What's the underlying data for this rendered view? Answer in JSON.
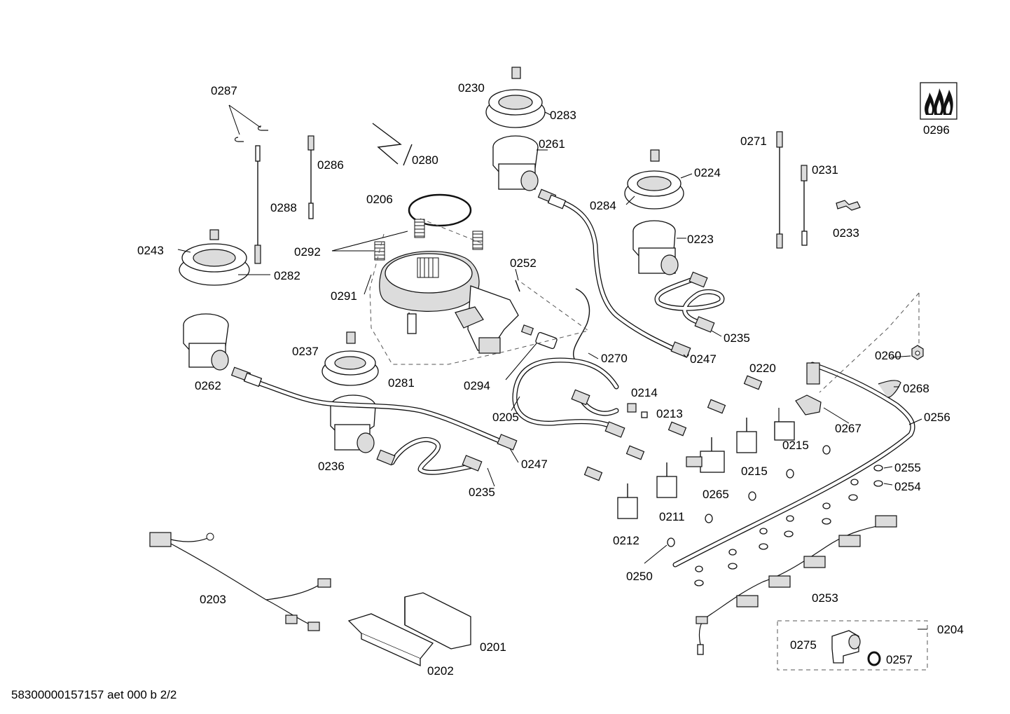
{
  "callouts": [
    {
      "key": "0287",
      "text": "0287"
    },
    {
      "key": "0230",
      "text": "0230"
    },
    {
      "key": "0283",
      "text": "0283"
    },
    {
      "key": "0296",
      "text": "0296"
    },
    {
      "key": "0261",
      "text": "0261"
    },
    {
      "key": "0271",
      "text": "0271"
    },
    {
      "key": "0286",
      "text": "0286"
    },
    {
      "key": "0280",
      "text": "0280"
    },
    {
      "key": "0231",
      "text": "0231"
    },
    {
      "key": "0224",
      "text": "0224"
    },
    {
      "key": "0206",
      "text": "0206"
    },
    {
      "key": "0284",
      "text": "0284"
    },
    {
      "key": "0288",
      "text": "0288"
    },
    {
      "key": "0233",
      "text": "0233"
    },
    {
      "key": "0223",
      "text": "0223"
    },
    {
      "key": "0243",
      "text": "0243"
    },
    {
      "key": "0292",
      "text": "0292"
    },
    {
      "key": "0252",
      "text": "0252"
    },
    {
      "key": "0282",
      "text": "0282"
    },
    {
      "key": "0291",
      "text": "0291"
    },
    {
      "key": "0235a",
      "text": "0235"
    },
    {
      "key": "0237",
      "text": "0237"
    },
    {
      "key": "0260",
      "text": "0260"
    },
    {
      "key": "0247a",
      "text": "0247"
    },
    {
      "key": "0270",
      "text": "0270"
    },
    {
      "key": "0220",
      "text": "0220"
    },
    {
      "key": "0262",
      "text": "0262"
    },
    {
      "key": "0281",
      "text": "0281"
    },
    {
      "key": "0294",
      "text": "0294"
    },
    {
      "key": "0268",
      "text": "0268"
    },
    {
      "key": "0214",
      "text": "0214"
    },
    {
      "key": "0213",
      "text": "0213"
    },
    {
      "key": "0205",
      "text": "0205"
    },
    {
      "key": "0256",
      "text": "0256"
    },
    {
      "key": "0267",
      "text": "0267"
    },
    {
      "key": "0215a",
      "text": "0215"
    },
    {
      "key": "0247b",
      "text": "0247"
    },
    {
      "key": "0236",
      "text": "0236"
    },
    {
      "key": "0215b",
      "text": "0215"
    },
    {
      "key": "0255",
      "text": "0255"
    },
    {
      "key": "0254",
      "text": "0254"
    },
    {
      "key": "0235b",
      "text": "0235"
    },
    {
      "key": "0265",
      "text": "0265"
    },
    {
      "key": "0211",
      "text": "0211"
    },
    {
      "key": "0212",
      "text": "0212"
    },
    {
      "key": "0250",
      "text": "0250"
    },
    {
      "key": "0203",
      "text": "0203"
    },
    {
      "key": "0253",
      "text": "0253"
    },
    {
      "key": "0204",
      "text": "0204"
    },
    {
      "key": "0275",
      "text": "0275"
    },
    {
      "key": "0201",
      "text": "0201"
    },
    {
      "key": "0257",
      "text": "0257"
    },
    {
      "key": "0202",
      "text": "0202"
    }
  ],
  "footer": {
    "document_code": "58300000157157 aet 000 b 2/2"
  },
  "logo": {
    "icon": "gas-flames-icon"
  }
}
